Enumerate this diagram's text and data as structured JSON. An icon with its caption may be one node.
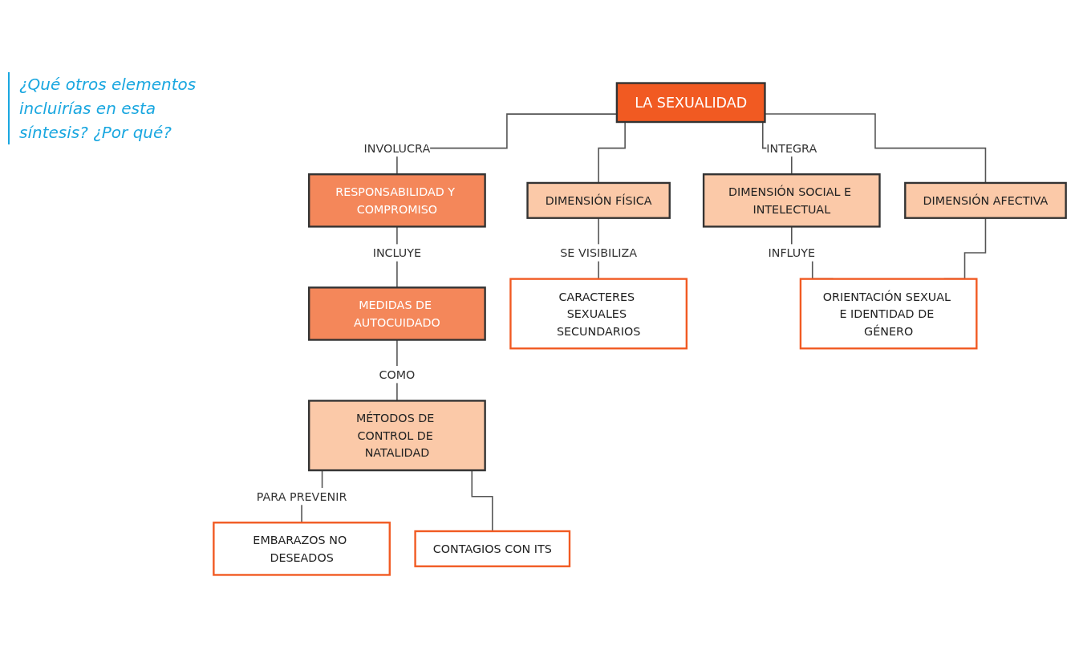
{
  "diagram": {
    "nodes": [
      {
        "text": [
          "LA SEXUALIDAD"
        ]
      },
      {
        "text": [
          "RESPONSABILIDAD Y COMPROMISO"
        ]
      },
      {
        "text": [
          "MEDIDAS DE AUTOCUIDADO"
        ]
      },
      {
        "text": [
          "MÉTODOS DE CONTROL DE NATALIDAD"
        ]
      },
      {
        "text": [
          "DIMENSIÓN FÍSICA"
        ]
      },
      {
        "text": [
          "DIMENSIÓN SOCIAL E INTELECTUAL"
        ]
      },
      {
        "text": [
          "DIMENSIÓN AFECTIVA"
        ]
      },
      {
        "text": [
          "CARACTERES SEXUALES SECUNDARIOS"
        ]
      },
      {
        "text": [
          "ORIENTACIÓN SEXUAL E IDENTIDAD DE GÉNERO"
        ]
      },
      {
        "text": [
          "EMBARAZOS NO DESEADOS"
        ]
      },
      {
        "text": [
          "CONTAGIOS CON ITS"
        ]
      }
    ],
    "edges": [
      {
        "from": 0,
        "to": 1,
        "arrow": "none",
        "label": "INVOLUCRA"
      },
      {
        "from": 0,
        "to": 4,
        "arrow": "none"
      },
      {
        "from": 0,
        "to": 5,
        "arrow": "none",
        "label": "INTEGRA"
      },
      {
        "from": 0,
        "to": 6,
        "arrow": "none"
      },
      {
        "from": 1,
        "to": 2,
        "arrow": "none",
        "label": "INCLUYE"
      },
      {
        "from": 2,
        "to": 3,
        "arrow": "none",
        "label": "COMO"
      },
      {
        "from": 4,
        "to": 7,
        "arrow": "none",
        "label": "SE VISIBILIZA"
      },
      {
        "from": 5,
        "to": 8,
        "arrow": "none",
        "label": "INFLUYE"
      },
      {
        "from": 6,
        "to": 8,
        "arrow": "none"
      },
      {
        "from": 3,
        "to": 9,
        "arrow": "none",
        "label": "PARA PREVENIR"
      },
      {
        "from": 3,
        "to": 10,
        "arrow": "none"
      }
    ],
    "labels": [
      "¿Qué otros elementos incluirías en esta síntesis? ¿Por qué?"
    ]
  }
}
